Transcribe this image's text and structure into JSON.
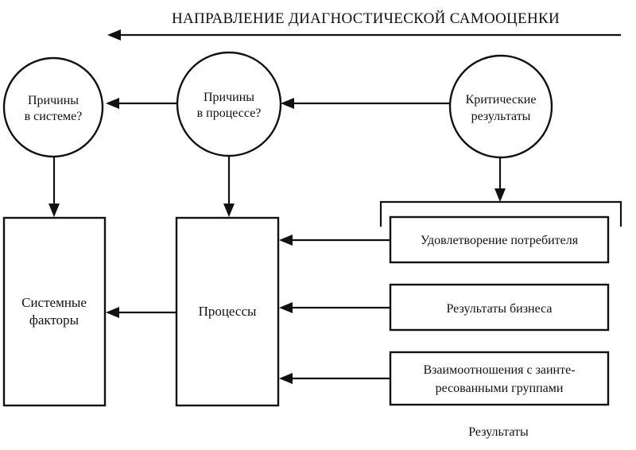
{
  "diagram": {
    "title": "НАПРАВЛЕНИЕ ДИАГНОСТИЧЕСКОЙ САМООЦЕНКИ",
    "colors": {
      "stroke": "#111111",
      "background": "#ffffff"
    },
    "circles": [
      {
        "id": "system-causes",
        "lines": [
          "Причины",
          "в системе?"
        ]
      },
      {
        "id": "process-causes",
        "lines": [
          "Причины",
          "в процессе?"
        ]
      },
      {
        "id": "critical-results",
        "lines": [
          "Критические",
          "результаты"
        ]
      }
    ],
    "boxes": [
      {
        "id": "system-factors",
        "lines": [
          "Системные",
          "факторы"
        ]
      },
      {
        "id": "processes",
        "lines": [
          "Процессы"
        ]
      }
    ],
    "results": [
      {
        "id": "customer-satisfaction",
        "lines": [
          "Удовлетворение потребителя"
        ]
      },
      {
        "id": "business-results",
        "lines": [
          "Результаты бизнеса"
        ]
      },
      {
        "id": "stakeholder-relations",
        "lines": [
          "Взаимоотношения с заинте-",
          "ресованными группами"
        ]
      }
    ],
    "results_caption": "Результаты",
    "connections": [
      {
        "from": "critical-results",
        "to": "process-causes"
      },
      {
        "from": "process-causes",
        "to": "system-causes"
      },
      {
        "from": "system-causes",
        "to": "system-factors"
      },
      {
        "from": "process-causes",
        "to": "processes"
      },
      {
        "from": "critical-results",
        "to": "results-group"
      },
      {
        "from": "customer-satisfaction",
        "to": "processes"
      },
      {
        "from": "business-results",
        "to": "processes"
      },
      {
        "from": "stakeholder-relations",
        "to": "processes"
      },
      {
        "from": "processes",
        "to": "system-factors"
      }
    ]
  }
}
